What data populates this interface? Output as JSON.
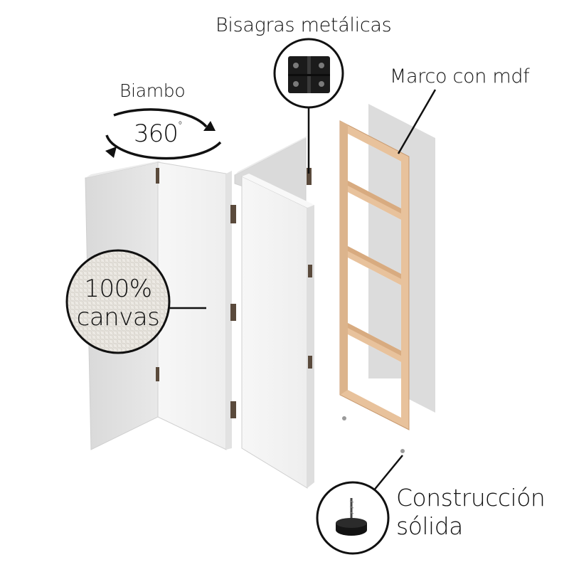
{
  "labels": {
    "hinges": "Bisagras metálicas",
    "frame": "Marco con mdf",
    "screen_type": "Biambo",
    "rotation_value": "360",
    "rotation_unit": "°",
    "canvas_line1": "100%",
    "canvas_line2": "canvas",
    "construction_line1": "Construcción",
    "construction_line2": "sólida"
  },
  "colors": {
    "panel_front": "#f2f2f2",
    "panel_side": "#e4e4e4",
    "panel_back": "#d6d6d6",
    "frame_wood": "#e8c29c",
    "frame_wood_edge": "#c89a70",
    "hinge": "#5a4a3c",
    "callout_line": "#111111"
  },
  "icons": [
    "hinge-icon",
    "rotation-arrows-icon",
    "canvas-texture-icon",
    "foot-leveler-icon"
  ]
}
